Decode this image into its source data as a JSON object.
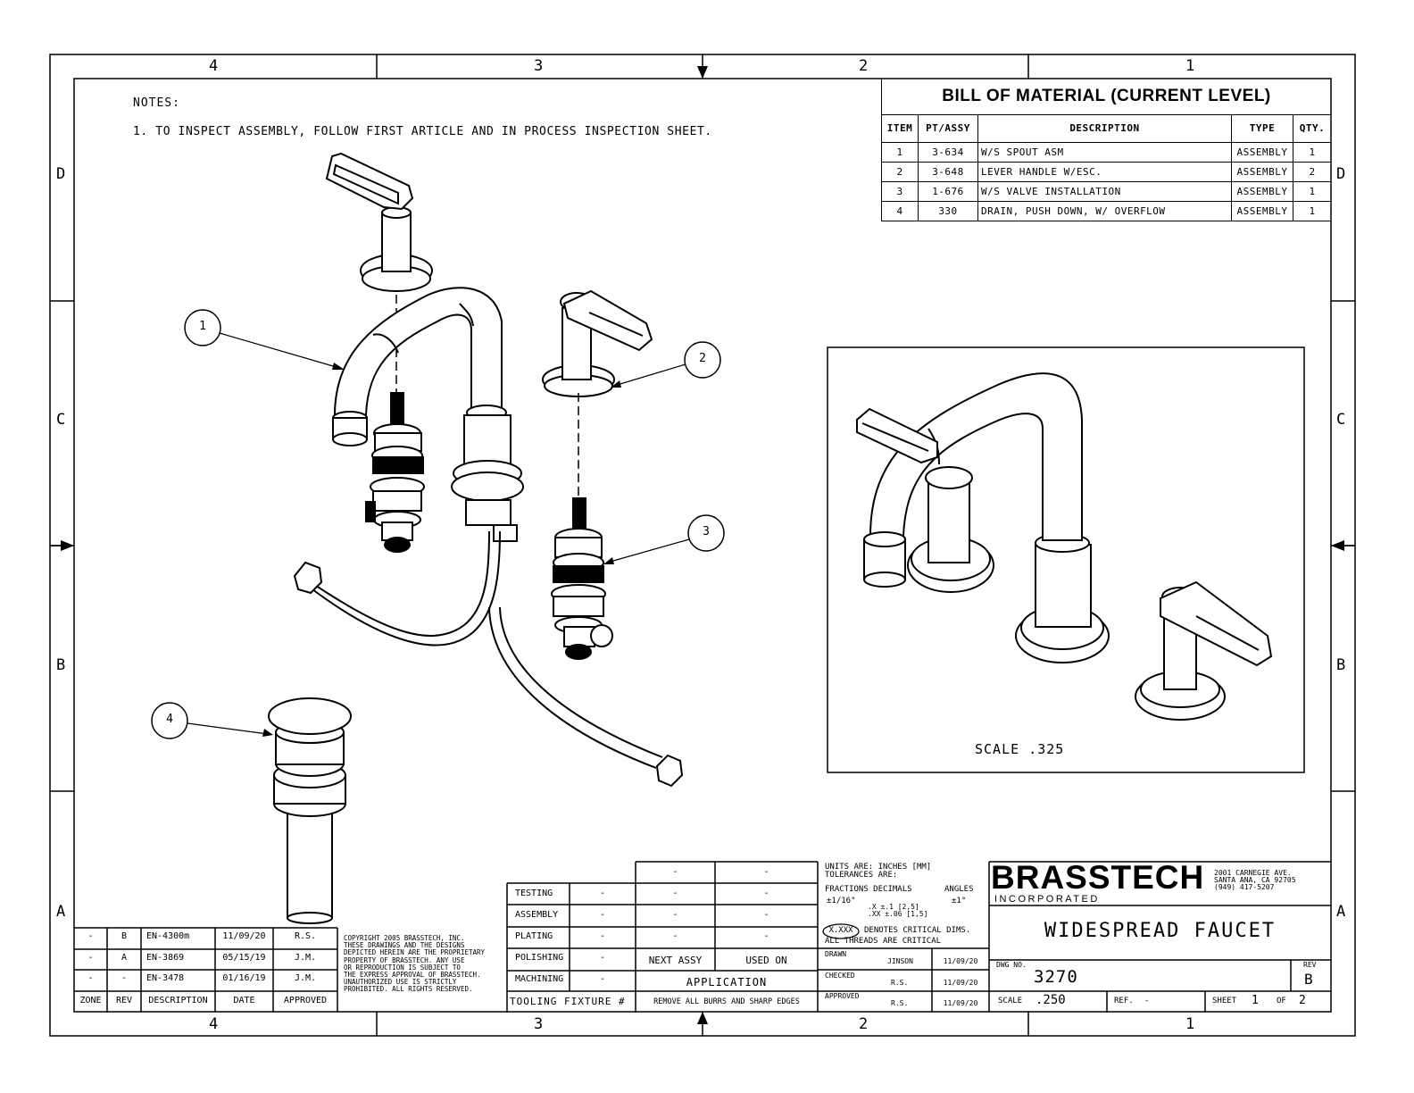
{
  "frame": {
    "zones_top": [
      "4",
      "3",
      "2",
      "1"
    ],
    "zones_bottom": [
      "4",
      "3",
      "2",
      "1"
    ],
    "zones_left": [
      "D",
      "C",
      "B",
      "A"
    ],
    "zones_right": [
      "D",
      "C",
      "B",
      "A"
    ]
  },
  "notes": {
    "heading": "NOTES:",
    "items": [
      "1.  TO INSPECT ASSEMBLY, FOLLOW FIRST ARTICLE AND IN PROCESS INSPECTION SHEET."
    ]
  },
  "bom": {
    "title": "BILL OF MATERIAL (CURRENT LEVEL)",
    "headers": [
      "ITEM",
      "PT/ASSY",
      "DESCRIPTION",
      "TYPE",
      "QTY."
    ],
    "rows": [
      [
        "1",
        "3-634",
        "W/S SPOUT ASM",
        "ASSEMBLY",
        "1"
      ],
      [
        "2",
        "3-648",
        "LEVER HANDLE W/ESC.",
        "ASSEMBLY",
        "2"
      ],
      [
        "3",
        "1-676",
        "W/S VALVE INSTALLATION",
        "ASSEMBLY",
        "1"
      ],
      [
        "4",
        "330",
        "DRAIN, PUSH DOWN, W/ OVERFLOW",
        "ASSEMBLY",
        "1"
      ]
    ]
  },
  "balloons": [
    "1",
    "2",
    "3",
    "4"
  ],
  "inset": {
    "scale_label": "SCALE  .325"
  },
  "revisions": {
    "rows": [
      [
        "-",
        "B",
        "EN-4300m",
        "11/09/20",
        "R.S."
      ],
      [
        "-",
        "A",
        "EN-3869",
        "05/15/19",
        "J.M."
      ],
      [
        "-",
        "-",
        "EN-3478",
        "01/16/19",
        "J.M."
      ]
    ],
    "headers": [
      "ZONE",
      "REV",
      "DESCRIPTION",
      "DATE",
      "APPROVED"
    ]
  },
  "copyright": [
    "COPYRIGHT 2005 BRASSTECH, INC.",
    "THESE DRAWINGS AND THE DESIGNS",
    "DEPICTED HEREIN ARE THE PROPRIETARY",
    "PROPERTY OF BRASSTECH. ANY USE",
    "OR REPRODUCTION IS SUBJECT TO",
    "THE EXPRESS APPROVAL OF BRASSTECH.",
    "UNAUTHORIZED USE IS STRICTLY",
    "PROHIBITED. ALL RIGHTS RESERVED."
  ],
  "process": {
    "rows": [
      "TESTING",
      "ASSEMBLY",
      "PLATING",
      "POLISHING",
      "MACHINING"
    ],
    "dash": "-",
    "tooling": "TOOLING FIXTURE #",
    "next_assy": "NEXT ASSY",
    "used_on": "USED ON",
    "application": "APPLICATION",
    "burrs": "REMOVE ALL BURRS AND SHARP EDGES"
  },
  "tolerances": {
    "line1": "UNITS ARE: INCHES  [MM]",
    "line2": "TOLERANCES ARE:",
    "fractions": "FRACTIONS DECIMALS",
    "angles": "ANGLES",
    "frac_val": "±1/16\"",
    "dec1": ".X  ±.1   [2,5]",
    "dec2": ".XX ±.06  [1,5]",
    "angle_val": "±1°",
    "critical_box": "X.XXX",
    "critical": "DENOTES CRITICAL DIMS.",
    "threads": "ALL THREADS ARE CRITICAL"
  },
  "signoff": [
    {
      "label": "DRAWN",
      "name": "JINSON",
      "date": "11/09/20"
    },
    {
      "label": "CHECKED",
      "name": "R.S.",
      "date": "11/09/20"
    },
    {
      "label": "APPROVED",
      "name": "R.S.",
      "date": "11/09/20"
    }
  ],
  "title_block": {
    "company": "BRASSTECH",
    "company_sub": "INCORPORATED",
    "address": [
      "2001 CARNEGIE AVE.",
      "SANTA ANA, CA 92705",
      "(949) 417-5207"
    ],
    "title": "WIDESPREAD FAUCET",
    "dwg_label": "DWG NO.",
    "dwg_no": "3270",
    "rev_label": "REV",
    "rev": "B",
    "scale_label": "SCALE",
    "scale": ".250",
    "ref_label": "REF.",
    "ref": "-",
    "sheet_label": "SHEET",
    "sheet": "1",
    "of_label": "OF",
    "sheets": "2"
  }
}
